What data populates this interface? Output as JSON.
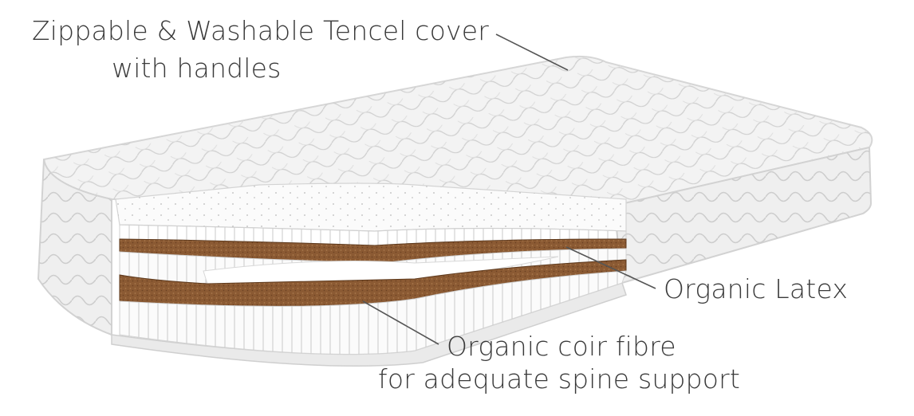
{
  "labels": {
    "cover_line1": "Zippable & Washable Tencel cover",
    "cover_line2": "with handles",
    "latex": "Organic Latex",
    "coir_line1": "Organic coir fibre",
    "coir_line2": "for adequate spine support"
  },
  "colors": {
    "cover": "#f2f2f2",
    "quilt_line": "#cfcfcf",
    "latex": "#fbfbfb",
    "coir": "#8b5a33",
    "coir_dark": "#6b4122",
    "text": "#3a3a3a",
    "leader_line": "#555555"
  }
}
